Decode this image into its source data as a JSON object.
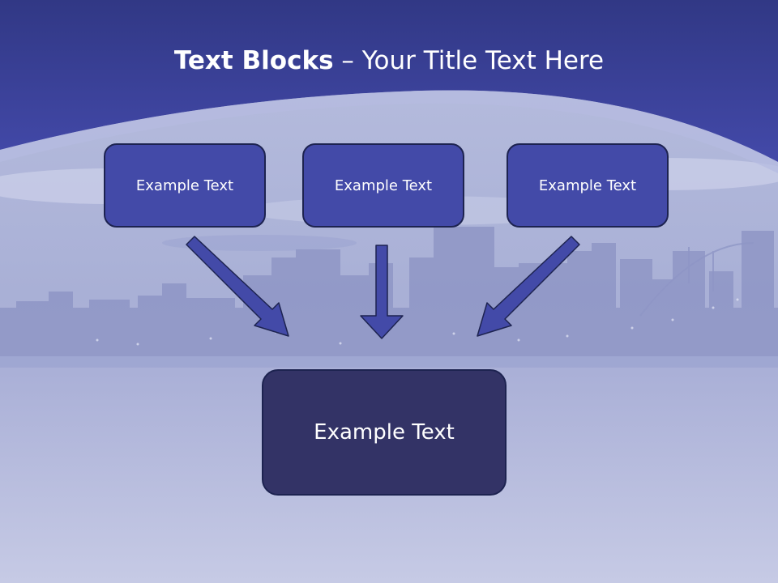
{
  "title": {
    "bold": "Text Blocks",
    "dash": " – ",
    "rest": "Your Title Text Here"
  },
  "blocks": {
    "top_left": "Example Text",
    "top_center": "Example Text",
    "top_right": "Example Text",
    "bottom": "Example Text"
  },
  "colors": {
    "header": "#3c43a0",
    "box_fill": "#434aa8",
    "box_border": "#1d2350",
    "bottom_box_fill": "#333366",
    "arrow": "#434aa8"
  }
}
